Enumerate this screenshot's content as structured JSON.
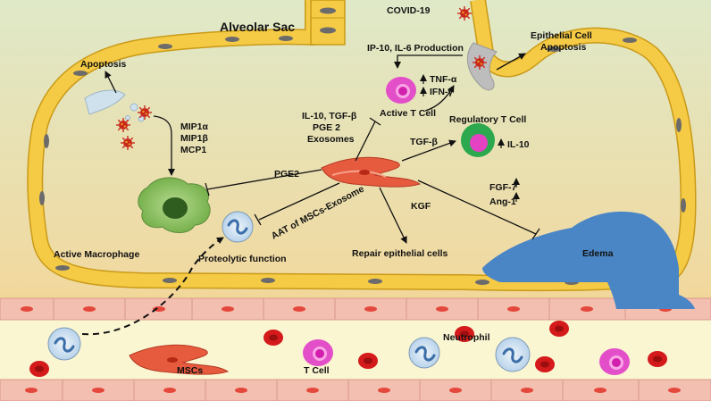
{
  "colors": {
    "background_top": "#dde8c6",
    "background_bottom": "#f4d084",
    "alveolar_wall": "#f2c94c",
    "vessel_wall": "#f4c2b4",
    "vessel_lumen": "#fbf5d0",
    "edema": "#4a86c5",
    "virus": "#cc2b1e",
    "msc": "#e0553c",
    "tcell": "#e64fc8",
    "treg": "#2fa84f",
    "macrophage": "#8cc265",
    "neutrophil": "#d7e6f2",
    "rbc": "#d91e1e"
  },
  "labels": {
    "alveolar_sac": "Alveolar Sac",
    "covid": "COVID-19",
    "apoptosis": "Apoptosis",
    "ip10": "IP-10, IL-6 Production",
    "epi_apoptosis_1": "Epithelial Cell",
    "epi_apoptosis_2": "Apoptosis",
    "tnf": "TNF-α",
    "ifn": "IFN-γ",
    "active_tcell": "Active T Cell",
    "mip1a": "MIP1α",
    "mip1b": "MIP1β",
    "mcp1": "MCP1",
    "il10_tgf": "IL-10, TGF-β",
    "pge2_top": "PGE 2",
    "exosomes": "Exosomes",
    "treg": "Regulatory T Cell",
    "tgfb": "TGF-β",
    "il10": "IL-10",
    "pge2": "PGE2",
    "active_macrophage": "Active Macrophage",
    "aat": "AAT of MSCs-Exosome",
    "kgf": "KGF",
    "fgf7": "FGF-7",
    "ang1": "Ang-1",
    "proteolytic": "Proteolytic function",
    "repair": "Repair epithelial cells",
    "edema": "Edema",
    "neutrophil": "Neutrophil",
    "mscs": "MSCs",
    "tcell": "T Cell"
  }
}
